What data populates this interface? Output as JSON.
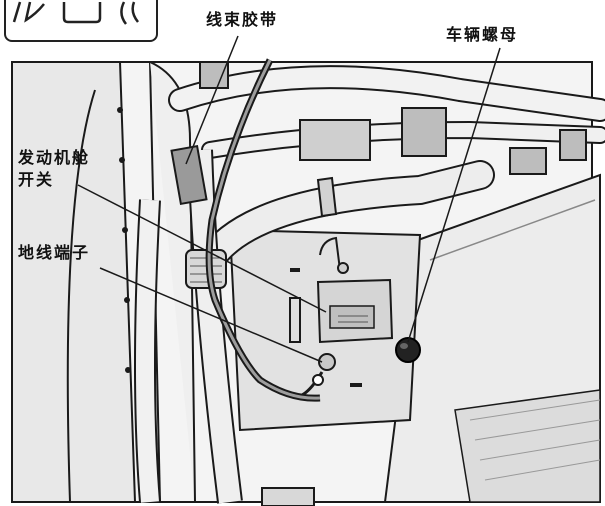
{
  "callouts": {
    "harness_tie": "线束胶带",
    "vehicle_nut": "车辆螺母",
    "hood_switch_line1": "发动机舱",
    "hood_switch_line2": "开关",
    "ground_terminal": "地线端子"
  },
  "colors": {
    "line": "#1a1a1a",
    "metal": "#e6e6e6",
    "shadow": "#b5b5b5",
    "background": "#ffffff"
  },
  "icons": {
    "header_icon": "hand-symbol-icon"
  }
}
